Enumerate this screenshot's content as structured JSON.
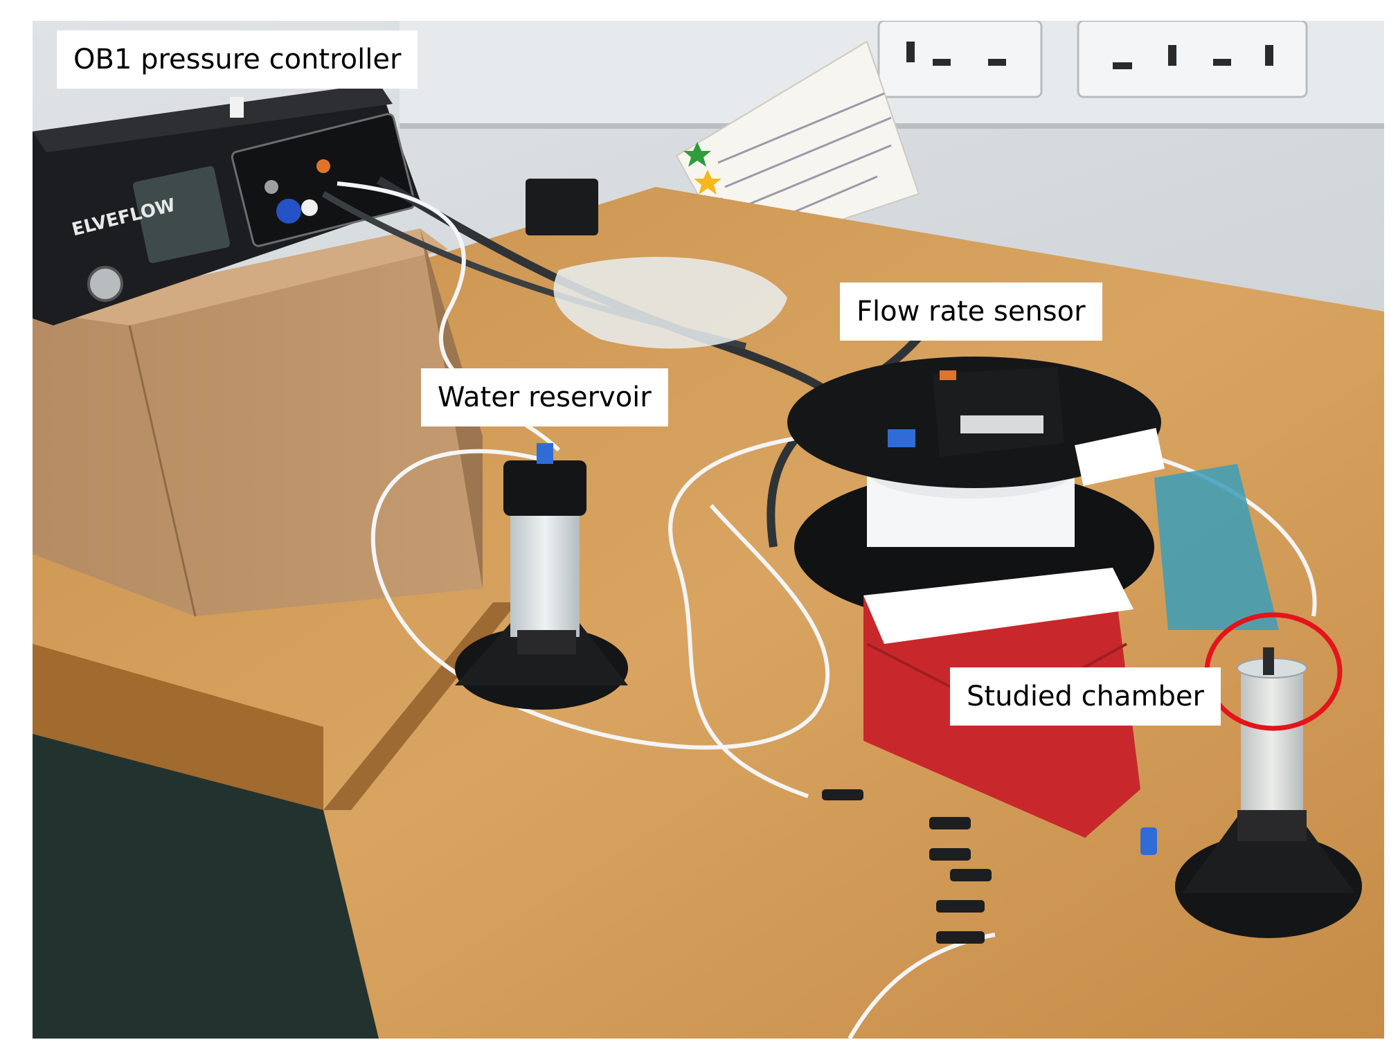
{
  "figure": {
    "labels": {
      "controller": "OB1 pressure controller",
      "flow_sensor": "Flow rate sensor",
      "reservoir": "Water reservoir",
      "chamber": "Studied chamber"
    },
    "device_brand": "ELVEFLOW",
    "highlight_color": "#e3141b"
  }
}
